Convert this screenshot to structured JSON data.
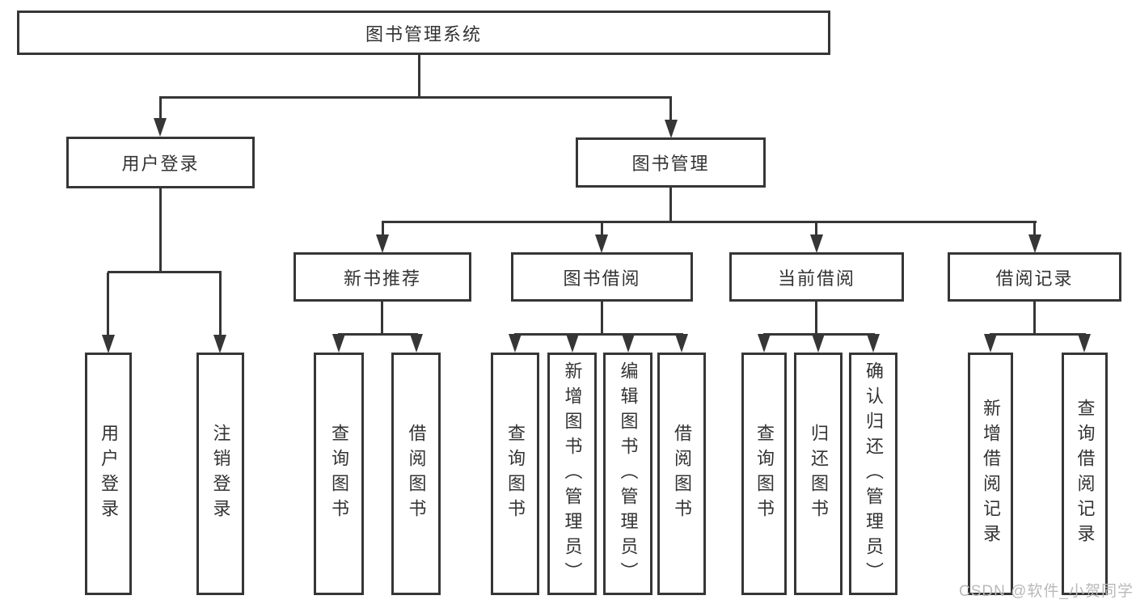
{
  "diagram": {
    "root": {
      "label": "图书管理系统"
    },
    "level2": [
      {
        "label": "用户登录",
        "children": [
          {
            "label": "用户登录"
          },
          {
            "label": "注销登录"
          }
        ]
      },
      {
        "label": "图书管理",
        "children": [
          {
            "label": "新书推荐",
            "children": [
              {
                "label": "查询图书"
              },
              {
                "label": "借阅图书"
              }
            ]
          },
          {
            "label": "图书借阅",
            "children": [
              {
                "label": "查询图书"
              },
              {
                "label": "新增图书（管理员）"
              },
              {
                "label": "编辑图书（管理员）"
              },
              {
                "label": "借阅图书"
              }
            ]
          },
          {
            "label": "当前借阅",
            "children": [
              {
                "label": "查询图书"
              },
              {
                "label": "归还图书"
              },
              {
                "label": "确认归还（管理员）"
              }
            ]
          },
          {
            "label": "借阅记录",
            "children": [
              {
                "label": "新增借阅记录"
              },
              {
                "label": "查询借阅记录"
              }
            ]
          }
        ]
      }
    ]
  },
  "watermark": {
    "text": "CSDN @软件_小贺同学"
  },
  "colors": {
    "line": "#363636",
    "text": "#333333",
    "watermark_text": "#b9b9b9",
    "background": "#ffffff"
  }
}
